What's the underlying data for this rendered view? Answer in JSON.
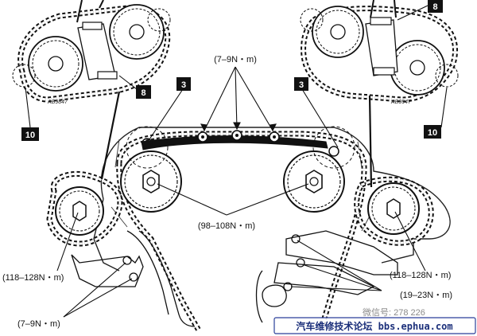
{
  "torque": {
    "guide_bolts": "(7–9N・m)",
    "camshaft_sprockets": "(98–108N・m)",
    "left_bank_sprocket": "(118–128N・m)",
    "right_bank_sprocket": "(118–128N・m)",
    "tensioner_bolts": "(19–23N・m)",
    "lower_guide": "(7–9N・m)"
  },
  "callouts": {
    "tl_8": "8",
    "tl_10": "10",
    "tr_8": "8",
    "tr_10": "10",
    "center_left_3": "3",
    "center_right_3": "3"
  },
  "part_codes": {
    "left": "AB9847",
    "right": "AB9947"
  },
  "watermark": {
    "wechat": "微信号: 278 226",
    "banner": "汽车维修技术论坛 bbs.ephua.com"
  }
}
